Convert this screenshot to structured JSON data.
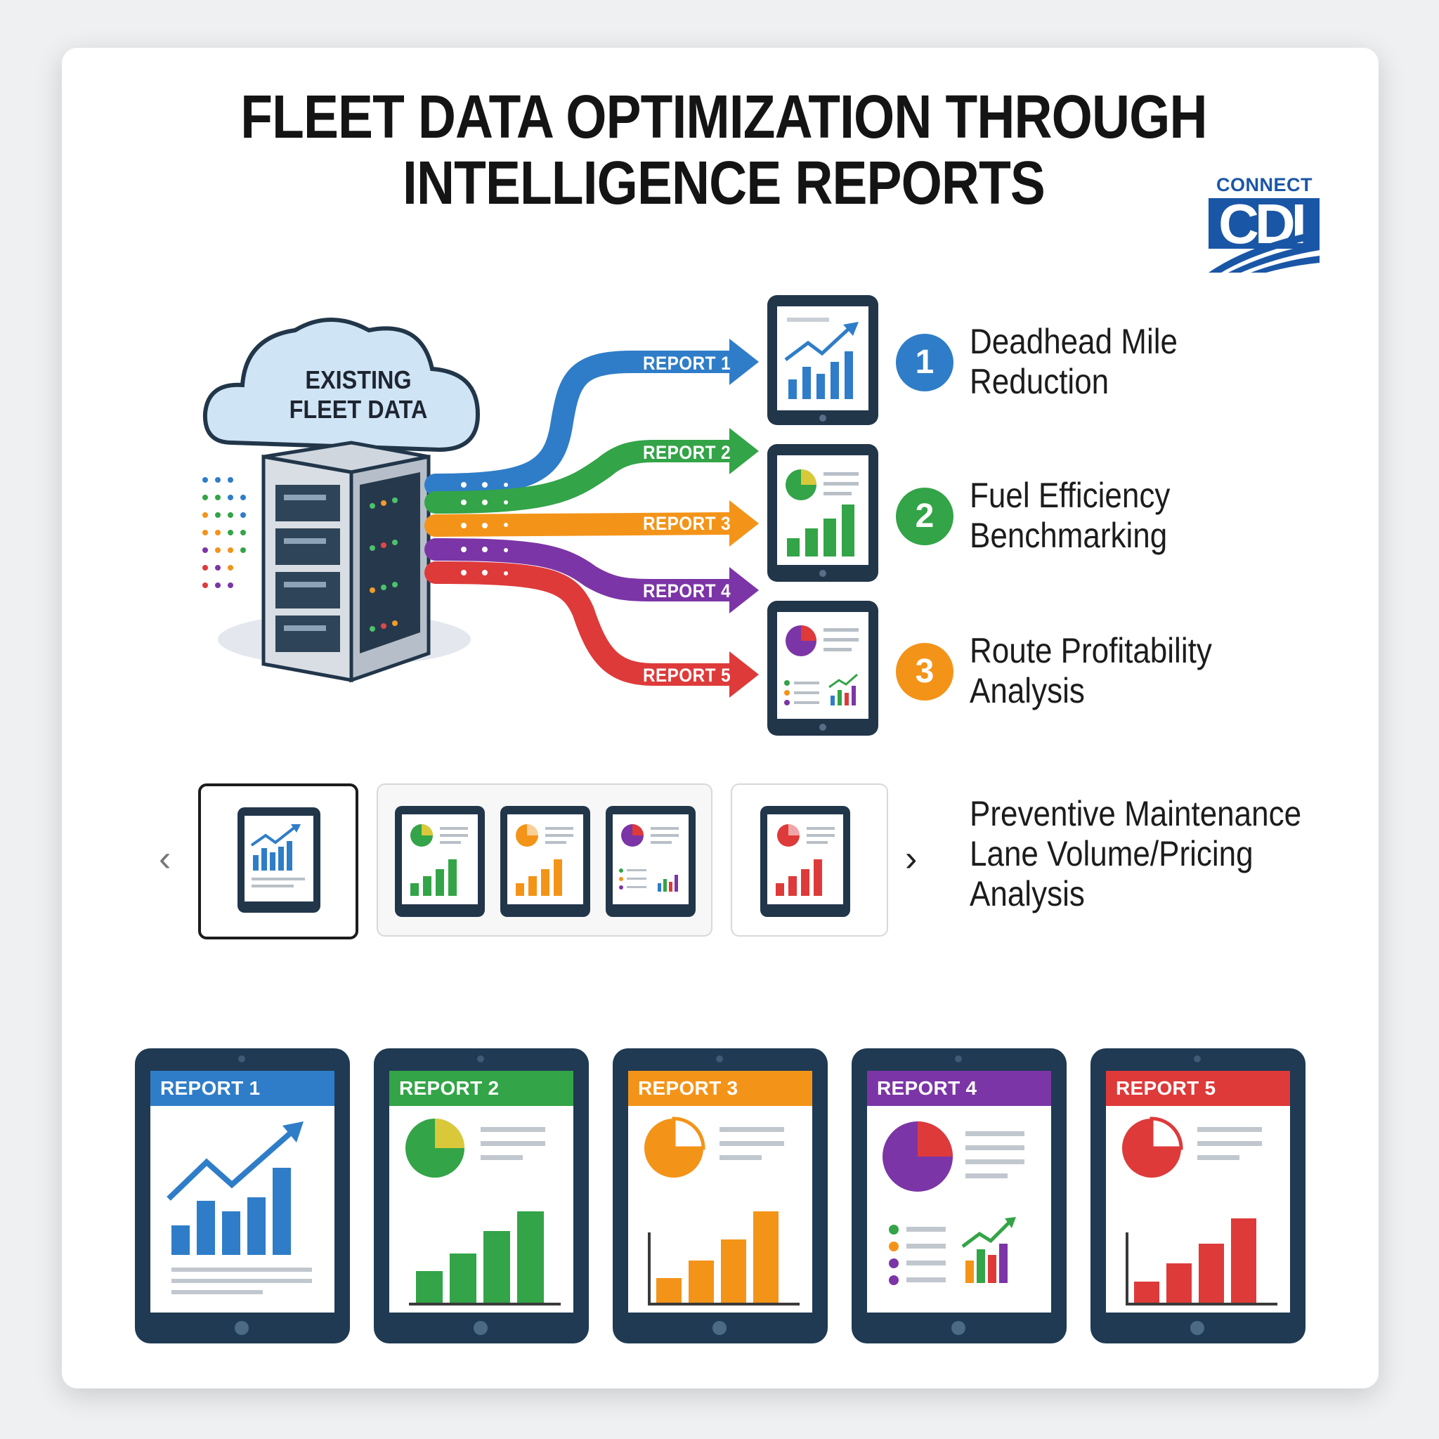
{
  "title": {
    "line1": "FLEET DATA OPTIMIZATION THROUGH",
    "line2": "INTELLIGENCE REPORTS"
  },
  "logo": {
    "text": "CONNECT",
    "letters": "CDI",
    "icon": "highway-logo-icon"
  },
  "source": {
    "label_line1": "EXISTING",
    "label_line2": "FLEET DATA",
    "icon": "cloud-server-icon"
  },
  "flows": [
    {
      "label": "REPORT 1",
      "color": "#2f7dc8"
    },
    {
      "label": "REPORT 2",
      "color": "#33a447"
    },
    {
      "label": "REPORT 3",
      "color": "#f39419"
    },
    {
      "label": "REPORT 4",
      "color": "#7c35a6"
    },
    {
      "label": "REPORT 5",
      "color": "#de3a3a"
    }
  ],
  "items": [
    {
      "num": "1",
      "line1": "Deadhead Mile",
      "line2": "Reduction",
      "color": "#2f7dc8"
    },
    {
      "num": "2",
      "line1": "Fuel Efficiency",
      "line2": "Benchmarking",
      "color": "#33a447"
    },
    {
      "num": "3",
      "line1": "Route Profitability",
      "line2": "Analysis",
      "color": "#f39419"
    }
  ],
  "carousel": {
    "prev": "‹",
    "next": "›",
    "list": [
      "Preventive Maintenance",
      "Lane Volume/Pricing",
      "Analysis"
    ]
  },
  "reports": [
    {
      "title": "REPORT 1",
      "color": "#2f7dc8",
      "kind": "line-bars"
    },
    {
      "title": "REPORT 2",
      "color": "#33a447",
      "kind": "pie-bars"
    },
    {
      "title": "REPORT 3",
      "color": "#f39419",
      "kind": "pie-bars"
    },
    {
      "title": "REPORT 4",
      "color": "#7c35a6",
      "kind": "pie-list"
    },
    {
      "title": "REPORT 5",
      "color": "#de3a3a",
      "kind": "pie-bars"
    }
  ]
}
